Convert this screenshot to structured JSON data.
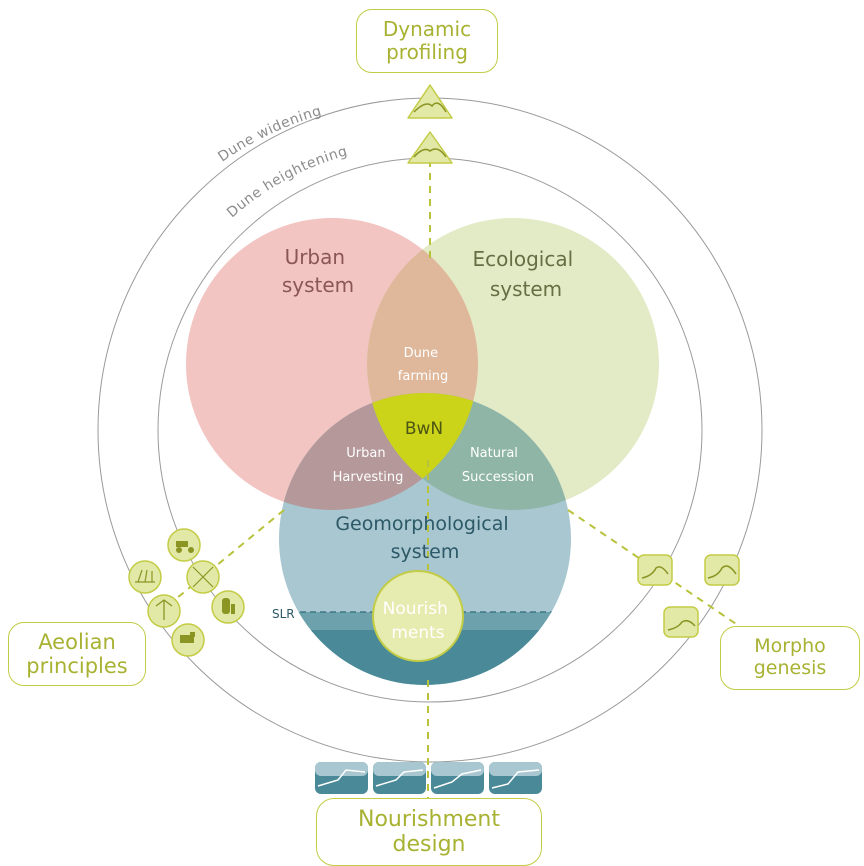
{
  "colors": {
    "urban": "#f2c4c2",
    "ecological": "#e3ebc6",
    "geomorph": "#a8c7d0",
    "dune_farming": "#dfb89c",
    "urban_harvesting": "#b4989a",
    "natural_succession": "#8fb5a7",
    "bwn": "#ccd41a",
    "sea_dark": "#4a8a98",
    "sea_mid": "#6da2ad",
    "accent": "#c3cc45",
    "ring": "#9a9a9a"
  },
  "circles": {
    "urban": [
      "Urban",
      "system"
    ],
    "ecological": [
      "Ecological",
      "system"
    ],
    "geomorph": [
      "Geomorphological",
      "system"
    ]
  },
  "overlaps": {
    "dune_farming": [
      "Dune",
      "farming"
    ],
    "urban_harvesting": [
      "Urban",
      "Harvesting"
    ],
    "natural_succession": [
      "Natural",
      "Succession"
    ],
    "center": "BwN"
  },
  "nourishments_label": [
    "Nourish",
    "ments"
  ],
  "slr_label": "SLR",
  "ring_labels": {
    "outer": "Dune widening",
    "inner": "Dune heightening"
  },
  "boxes": {
    "dynamic_profiling": [
      "Dynamic",
      "profiling"
    ],
    "aeolian_principles": [
      "Aeolian",
      "principles"
    ],
    "morpho_genesis": [
      "Morpho",
      "genesis"
    ],
    "nourishment_design": [
      "Nourishment",
      "design"
    ]
  },
  "icons": {
    "aeolian": [
      "tractor-icon",
      "fence-icon",
      "cross-fence-icon",
      "windmill-icon",
      "silo-icon",
      "vehicle-icon"
    ],
    "morpho": [
      "dune-profile-icon",
      "dune-profile-icon",
      "dune-profile-icon"
    ],
    "nourishment": [
      "profile-tile-icon",
      "profile-tile-icon",
      "profile-tile-icon",
      "profile-tile-icon"
    ],
    "dynamic": [
      "dune-triangle-icon",
      "dune-triangle-icon"
    ]
  }
}
